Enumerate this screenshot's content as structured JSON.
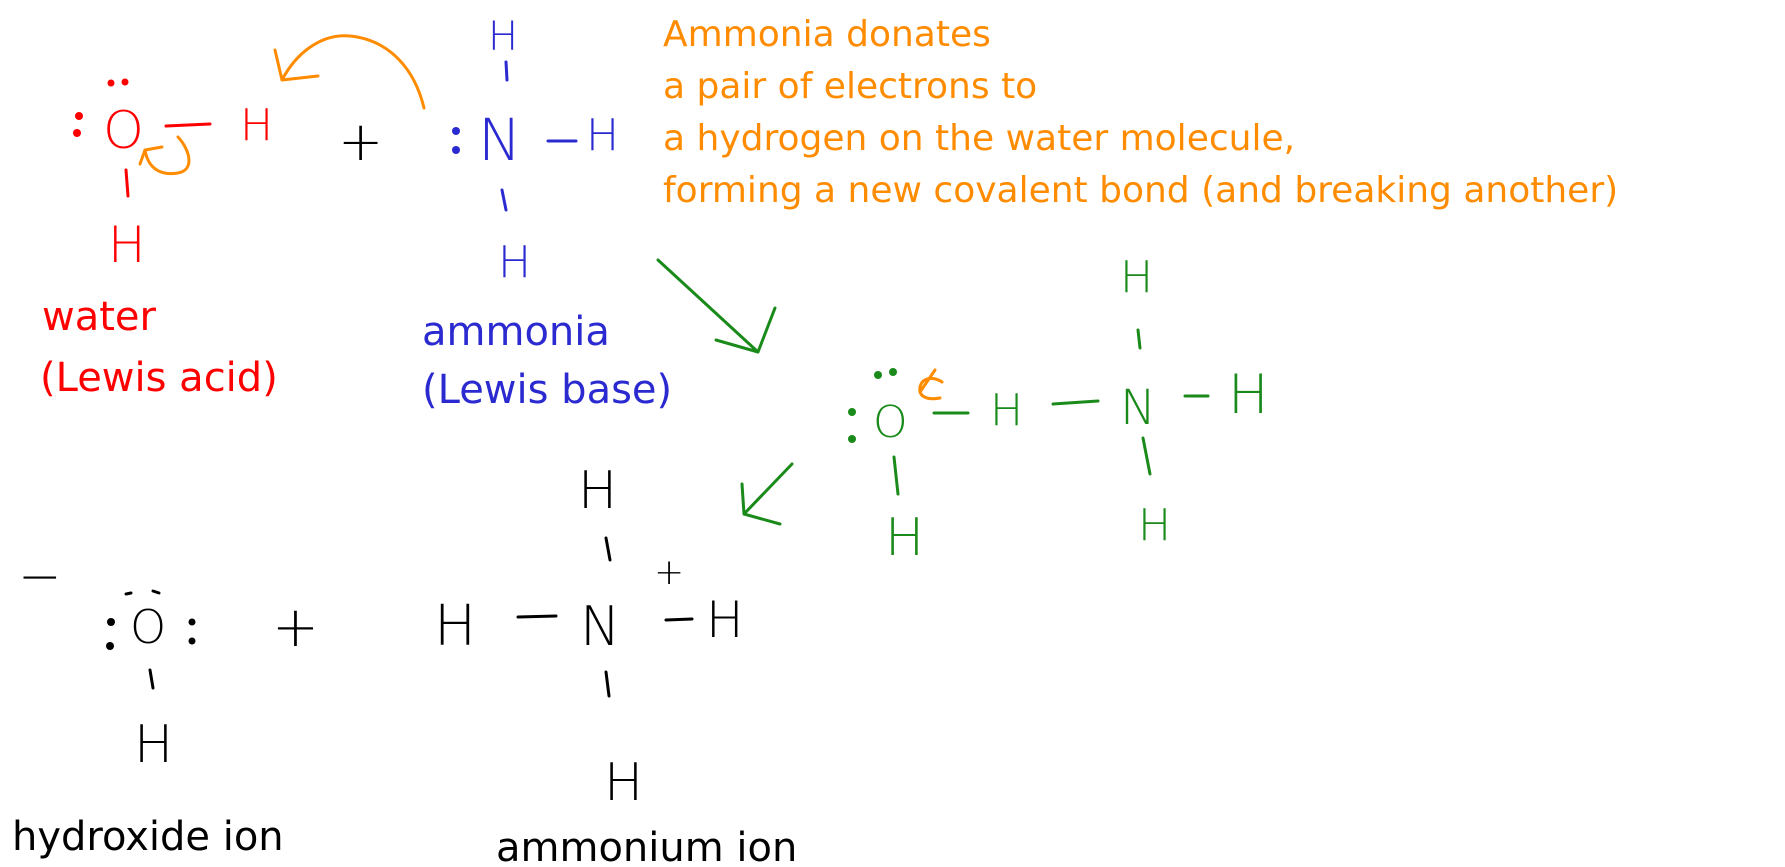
{
  "colors": {
    "water": "#ff0000",
    "ammonia": "#2a2ad0",
    "annotation": "#ff8c00",
    "intermediate": "#1a8a1a",
    "products": "#000000"
  },
  "reactants": {
    "water_label": "water",
    "water_role": "(Lewis acid)",
    "plus": "+",
    "ammonia_label": "ammonia",
    "ammonia_role": "(Lewis base)"
  },
  "annotation": {
    "lines": [
      "Ammonia donates",
      "a pair of electrons to",
      "a hydrogen on the water molecule,",
      "forming a new covalent bond (and breaking another)"
    ]
  },
  "atoms": {
    "oxygen": "O",
    "nitrogen": "N",
    "hydrogen": "H"
  },
  "products": {
    "charge_negative": "−",
    "charge_positive": "+",
    "plus": "+",
    "hydroxide_label": "hydroxide ion",
    "ammonium_label": "ammonium ion"
  }
}
